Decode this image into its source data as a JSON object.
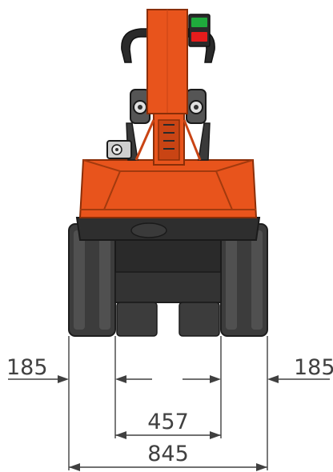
{
  "colors": {
    "body_orange": "#e8541c",
    "body_orange_dark": "#c94414",
    "track_dark": "#3c3c3c",
    "track_mid": "#555555",
    "frame_black": "#2a2a2a",
    "indicator_green": "#1faa3c",
    "indicator_red": "#e61c1c",
    "dimension_gray": "#404040"
  },
  "icons": {
    "machine": "mini-excavator-front-view",
    "indicator_light": "status-lamp"
  },
  "dimensions": {
    "left_track_width": "185",
    "right_track_width": "185",
    "inner_gap": "457",
    "overall_width": "845"
  }
}
